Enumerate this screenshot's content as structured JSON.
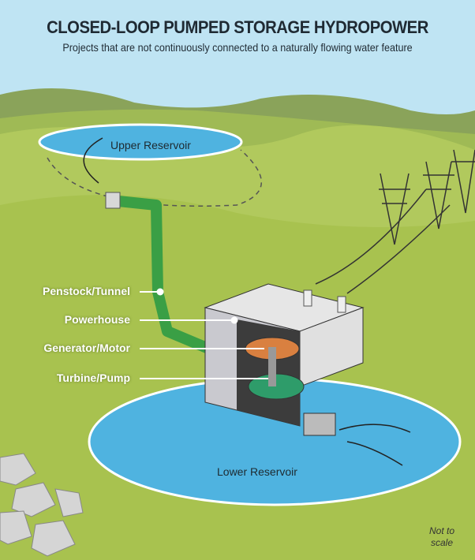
{
  "title": "CLOSED-LOOP PUMPED STORAGE HYDROPOWER",
  "subtitle": "Projects that are not continuously connected to a naturally flowing water feature",
  "labels": {
    "upper_reservoir": "Upper Reservoir",
    "lower_reservoir": "Lower Reservoir",
    "penstock": "Penstock/Tunnel",
    "powerhouse": "Powerhouse",
    "generator": "Generator/Motor",
    "turbine": "Turbine/Pump",
    "not_to_scale": "Not to scale"
  },
  "colors": {
    "sky": "#bfe4f3",
    "hill": "#a9c44f",
    "water": "#4fb3e0",
    "penstock": "#3a9f45"
  }
}
